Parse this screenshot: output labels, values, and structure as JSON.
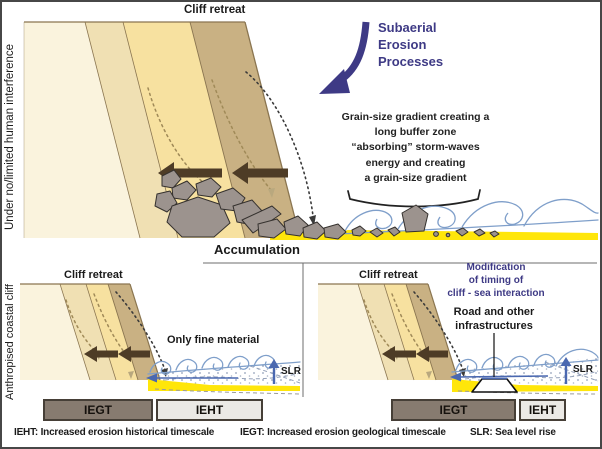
{
  "colors": {
    "band1": "#faf3dd",
    "band2": "#f0e0b3",
    "band3": "#f7e1a0",
    "band4": "#c9b183",
    "strata-line": "#8a7550",
    "rock-fill": "#9c938e",
    "rock-line": "#35312e",
    "sand": "#ffe60a",
    "wave": "#7f9fca",
    "retreat-arrow": "#4e3c26",
    "accent-purple": "#3e3a85",
    "slr-blue": "#4a68b0",
    "box-dark": "#877b70",
    "box-light": "#ebe9e5",
    "box-border": "#463f37",
    "text": "#1a1a1a"
  },
  "top_panel": {
    "side_label": "Under no/limited human interference",
    "cliff_retreat_label": "Cliff retreat",
    "subaerial_lines": [
      "Subaerial",
      "Erosion",
      "Processes"
    ],
    "grain_lines": [
      "Grain-size gradient creating a",
      "long buffer zone",
      "“absorbing” storm-waves",
      "energy and creating",
      "a grain-size gradient"
    ],
    "accumulation_label": "Accumulation"
  },
  "bottom_left_panel": {
    "side_label": "Anthropised coastal cliff",
    "cliff_retreat_label": "Cliff retreat",
    "only_fine_material_label": "Only fine material",
    "slr_label": "SLR",
    "timescale_boxes": [
      {
        "label": "IEGT"
      },
      {
        "label": "IEHT"
      }
    ]
  },
  "bottom_right_panel": {
    "cliff_retreat_label": "Cliff retreat",
    "modification_lines": [
      "Modification",
      "of timing of",
      "cliff - sea interaction"
    ],
    "road_lines": [
      "Road and other",
      "infrastructures"
    ],
    "slr_label": "SLR",
    "timescale_boxes": [
      {
        "label": "IEGT"
      },
      {
        "label": "IEHT"
      }
    ]
  },
  "legend": {
    "ieht": "IEHT: Increased erosion historical timescale",
    "iegt": "IEGT: Increased erosion geological timescale",
    "slr": "SLR: Sea level rise"
  }
}
